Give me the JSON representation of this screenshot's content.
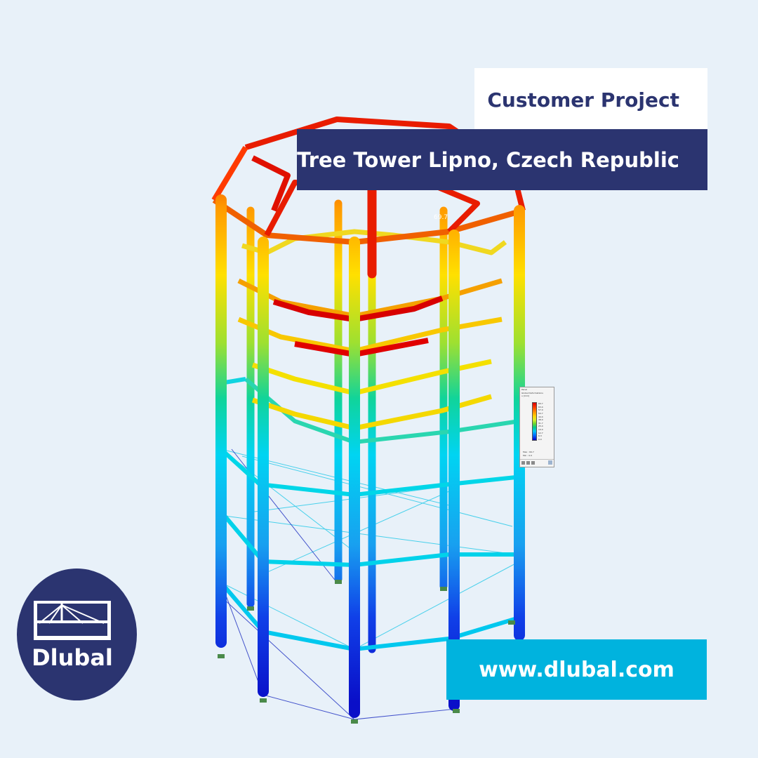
{
  "project_header": {
    "label": "Customer Project",
    "title": "Tree Tower Lipno, Czech Republic"
  },
  "website": "www.dlubal.com",
  "logo": {
    "text": "Dlubal",
    "mark_icon": "dlubal-bridge-icon"
  },
  "colors": {
    "background": "#e8f1f9",
    "navy": "#2b3470",
    "cyan": "#00b3de",
    "white": "#ffffff"
  },
  "model": {
    "max_label": "69.7",
    "deformation_scale": [
      "#d90000",
      "#ff8c00",
      "#ffd400",
      "#6fd62e",
      "#00c6f0",
      "#0000cc"
    ]
  },
  "legend_panel": {
    "title": "Panel",
    "subtitle": "Global Deformations",
    "unit": "u [mm]",
    "values": [
      "69.7",
      "63.4",
      "57.0",
      "50.7",
      "44.4",
      "38.0",
      "31.7",
      "25.4",
      "19.0",
      "12.7",
      "6.3",
      "0.0"
    ],
    "max": "Max :  69.7",
    "min": "Min :    0.0"
  }
}
